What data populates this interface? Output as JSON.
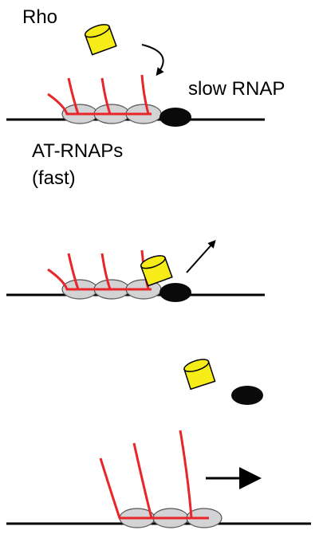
{
  "labels": {
    "rho": "Rho",
    "slow_rnap": "slow RNAP",
    "at_rnaps": "AT-RNAPs",
    "fast": "(fast)"
  },
  "colors": {
    "rna_strand": "#e8262a",
    "rho": "#f5ec18",
    "at_rnap_fill": "#d3d3d6",
    "slow_rnap": "#0a0a0a",
    "dna": "#000000"
  }
}
